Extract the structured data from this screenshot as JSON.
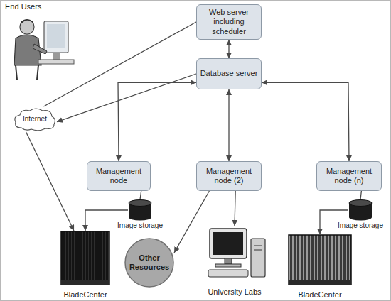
{
  "diagram": {
    "nodes": [
      {
        "text": [
          "Web server including scheduler"
        ]
      },
      {
        "text": [
          "Internet"
        ]
      },
      {
        "text": [
          "Database server"
        ]
      },
      {
        "text": [
          "Management node"
        ]
      },
      {
        "text": [
          "Management node (2)"
        ]
      },
      {
        "text": [
          "Management node (n)"
        ]
      },
      {
        "text": [
          "Image storage"
        ]
      },
      {
        "text": [
          "Image storage"
        ]
      },
      {
        "text": [
          "Other Resources"
        ]
      },
      {
        "text": [
          "University Labs"
        ]
      },
      {
        "text": [
          "BladeCenter"
        ]
      },
      {
        "text": [
          "BladeCenter"
        ]
      }
    ],
    "edges": [
      {
        "from": 0,
        "to": 1,
        "arrow": "none"
      },
      {
        "from": 2,
        "to": 1,
        "arrow": "to"
      },
      {
        "from": 0,
        "to": 2,
        "arrow": "both"
      },
      {
        "from": 2,
        "to": 3,
        "arrow": "both"
      },
      {
        "from": 2,
        "to": 4,
        "arrow": "both"
      },
      {
        "from": 2,
        "to": 5,
        "arrow": "both"
      },
      {
        "from": 3,
        "to": 6,
        "arrow": "none"
      },
      {
        "from": 5,
        "to": 7,
        "arrow": "none"
      },
      {
        "from": 6,
        "to": 10,
        "arrow": "to"
      },
      {
        "from": 4,
        "to": 8,
        "arrow": "to"
      },
      {
        "from": 4,
        "to": 9,
        "arrow": "to"
      },
      {
        "from": 7,
        "to": 11,
        "arrow": "to"
      },
      {
        "from": 1,
        "to": 10,
        "arrow": "to"
      }
    ],
    "labels": [
      "End Users"
    ]
  }
}
